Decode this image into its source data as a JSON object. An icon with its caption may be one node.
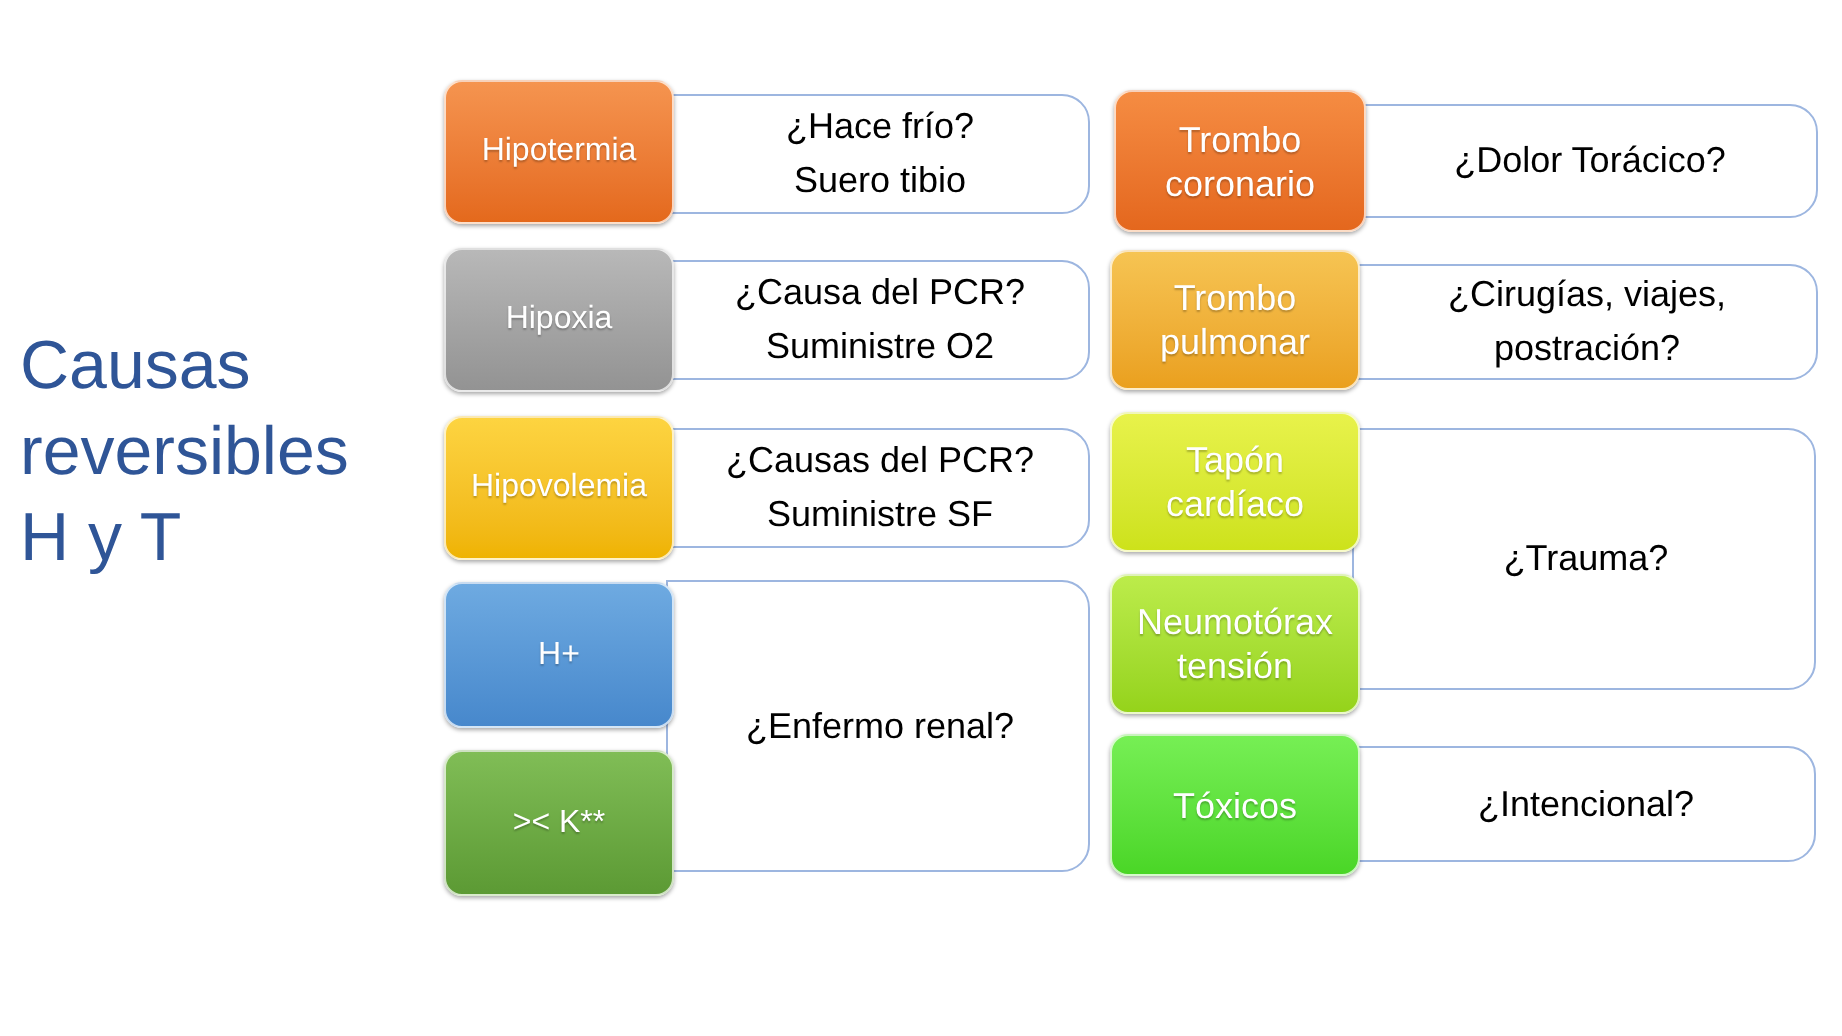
{
  "diagram": {
    "title": "Causas reversibles H y T",
    "nodes": [
      {
        "text": [
          "Hipotermia"
        ]
      },
      {
        "text": [
          "¿Hace frío?",
          "Suero tibio"
        ]
      },
      {
        "text": [
          "Hipoxia"
        ]
      },
      {
        "text": [
          "¿Causa del PCR?",
          "Suministre O2"
        ]
      },
      {
        "text": [
          "Hipovolemia"
        ]
      },
      {
        "text": [
          "¿Causas del PCR?",
          "Suministre SF"
        ]
      },
      {
        "text": [
          "H+"
        ]
      },
      {
        "text": [
          ">< K**"
        ]
      },
      {
        "text": [
          "¿Enfermo renal?"
        ]
      },
      {
        "text": [
          "Trombo coronario"
        ]
      },
      {
        "text": [
          "¿Dolor Torácico?"
        ]
      },
      {
        "text": [
          "Trombo pulmonar"
        ]
      },
      {
        "text": [
          "¿Cirugías, viajes, postración?"
        ]
      },
      {
        "text": [
          "Tapón cardíaco"
        ]
      },
      {
        "text": [
          "Neumotórax tensión"
        ]
      },
      {
        "text": [
          "¿Trauma?"
        ]
      },
      {
        "text": [
          "Tóxicos"
        ]
      },
      {
        "text": [
          "¿Intencional?"
        ]
      }
    ]
  }
}
